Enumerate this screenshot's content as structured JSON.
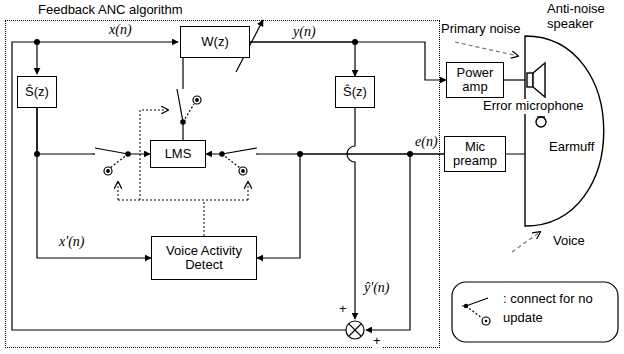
{
  "diagram": {
    "nodes": [
      {
        "text": [
          "Feedback ANC algorithm"
        ]
      },
      {
        "text": [
          "W(z)"
        ],
        "in": 0
      },
      {
        "text": [
          "Ŝ(z)"
        ],
        "in": 0
      },
      {
        "text": [
          "LMS"
        ],
        "in": 0
      },
      {
        "text": [
          "Ŝ(z)"
        ],
        "in": 0
      },
      {
        "text": [
          "Voice Activity Detect"
        ],
        "in": 0
      },
      {
        "text": [
          "Power amp"
        ]
      },
      {
        "text": [
          "Mic preamp"
        ]
      }
    ],
    "edges": [
      {
        "from": 1,
        "to": 6,
        "arrow": "to",
        "label": "y(n)"
      },
      {
        "from": 1,
        "to": 4,
        "arrow": "to"
      },
      {
        "from": 2,
        "to": 3,
        "arrow": "to"
      },
      {
        "from": 2,
        "to": 5,
        "arrow": "to",
        "label": "x'(n)"
      },
      {
        "from": 7,
        "to": 3,
        "arrow": "to",
        "label": "e(n)"
      },
      {
        "from": 7,
        "to": 5,
        "arrow": "to"
      },
      {
        "from": 3,
        "to": 1,
        "arrow": "none"
      }
    ],
    "labels": [
      "x(n)",
      "ŷ'(n)",
      "+",
      "+",
      "Primary noise",
      "Anti-noise speaker",
      "Earmuff",
      "Error microphone",
      "Voice"
    ],
    "legend": [
      {
        "text": ": connect for no update"
      }
    ]
  }
}
